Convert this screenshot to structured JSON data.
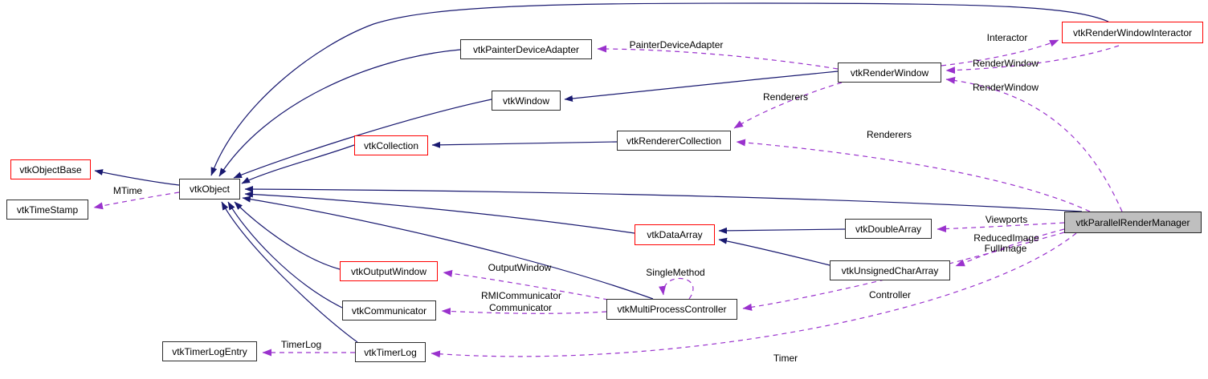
{
  "diagram": {
    "kind": "collaboration-graph",
    "highlighted_node": "vtkParallelRenderManager"
  },
  "colors": {
    "inheritance_edge": "#191970",
    "association_edge": "#9a32cd",
    "node_border": "#2d2d2d",
    "red_node_border": "#ff0000",
    "highlight_fill": "#bfbfbf",
    "background": "#ffffff",
    "text": "#000000"
  },
  "nodes": [
    {
      "label": "vtkObjectBase",
      "style": "red"
    },
    {
      "label": "vtkTimeStamp",
      "style": "normal"
    },
    {
      "label": "vtkObject",
      "style": "normal"
    },
    {
      "label": "vtkPainterDeviceAdapter",
      "style": "normal"
    },
    {
      "label": "vtkWindow",
      "style": "normal"
    },
    {
      "label": "vtkCollection",
      "style": "red"
    },
    {
      "label": "vtkRendererCollection",
      "style": "normal"
    },
    {
      "label": "vtkRenderWindow",
      "style": "normal"
    },
    {
      "label": "vtkRenderWindowInteractor",
      "style": "red"
    },
    {
      "label": "vtkDataArray",
      "style": "red"
    },
    {
      "label": "vtkDoubleArray",
      "style": "normal"
    },
    {
      "label": "vtkUnsignedCharArray",
      "style": "normal"
    },
    {
      "label": "vtkOutputWindow",
      "style": "red"
    },
    {
      "label": "vtkCommunicator",
      "style": "normal"
    },
    {
      "label": "vtkMultiProcessController",
      "style": "normal"
    },
    {
      "label": "vtkTimerLogEntry",
      "style": "normal"
    },
    {
      "label": "vtkTimerLog",
      "style": "normal"
    },
    {
      "label": "vtkParallelRenderManager",
      "style": "highlight"
    }
  ],
  "edges": {
    "inheritance": [
      {
        "from": "vtkObject",
        "to": "vtkObjectBase"
      },
      {
        "from": "vtkPainterDeviceAdapter",
        "to": "vtkObject"
      },
      {
        "from": "vtkWindow",
        "to": "vtkObject"
      },
      {
        "from": "vtkCollection",
        "to": "vtkObject"
      },
      {
        "from": "vtkRendererCollection",
        "to": "vtkCollection"
      },
      {
        "from": "vtkRenderWindow",
        "to": "vtkWindow"
      },
      {
        "from": "vtkRenderWindowInteractor",
        "to": "vtkObject"
      },
      {
        "from": "vtkParallelRenderManager",
        "to": "vtkObject"
      },
      {
        "from": "vtkDataArray",
        "to": "vtkObject"
      },
      {
        "from": "vtkDoubleArray",
        "to": "vtkDataArray"
      },
      {
        "from": "vtkUnsignedCharArray",
        "to": "vtkDataArray"
      },
      {
        "from": "vtkOutputWindow",
        "to": "vtkObject"
      },
      {
        "from": "vtkCommunicator",
        "to": "vtkObject"
      },
      {
        "from": "vtkMultiProcessController",
        "to": "vtkObject"
      },
      {
        "from": "vtkTimerLog",
        "to": "vtkObject"
      }
    ],
    "associations": [
      {
        "from": "vtkObject",
        "to": "vtkTimeStamp",
        "label": "MTime"
      },
      {
        "from": "vtkRenderWindow",
        "to": "vtkPainterDeviceAdapter",
        "label": "PainterDeviceAdapter"
      },
      {
        "from": "vtkRenderWindow",
        "to": "vtkRenderWindowInteractor",
        "label": "Interactor"
      },
      {
        "from": "vtkRenderWindowInteractor",
        "to": "vtkRenderWindow",
        "label": "RenderWindow"
      },
      {
        "from": "vtkParallelRenderManager",
        "to": "vtkRenderWindow",
        "label": "RenderWindow"
      },
      {
        "from": "vtkRenderWindow",
        "to": "vtkRendererCollection",
        "label": "Renderers"
      },
      {
        "from": "vtkParallelRenderManager",
        "to": "vtkRendererCollection",
        "label": "Renderers"
      },
      {
        "from": "vtkParallelRenderManager",
        "to": "vtkDoubleArray",
        "label": "Viewports"
      },
      {
        "from": "vtkParallelRenderManager",
        "to": "vtkUnsignedCharArray",
        "label": "ReducedImage"
      },
      {
        "from": "vtkParallelRenderManager",
        "to": "vtkUnsignedCharArray",
        "label": "FullImage"
      },
      {
        "from": "vtkMultiProcessController",
        "to": "vtkOutputWindow",
        "label": "OutputWindow"
      },
      {
        "from": "vtkMultiProcessController",
        "to": "vtkMultiProcessController",
        "label": "SingleMethod"
      },
      {
        "from": "vtkMultiProcessController",
        "to": "vtkCommunicator",
        "label": "RMICommunicator"
      },
      {
        "from": "vtkMultiProcessController",
        "to": "vtkCommunicator",
        "label": "Communicator"
      },
      {
        "from": "vtkParallelRenderManager",
        "to": "vtkMultiProcessController",
        "label": "Controller"
      },
      {
        "from": "vtkTimerLog",
        "to": "vtkTimerLogEntry",
        "label": "TimerLog"
      },
      {
        "from": "vtkParallelRenderManager",
        "to": "vtkTimerLog",
        "label": "Timer"
      }
    ]
  }
}
